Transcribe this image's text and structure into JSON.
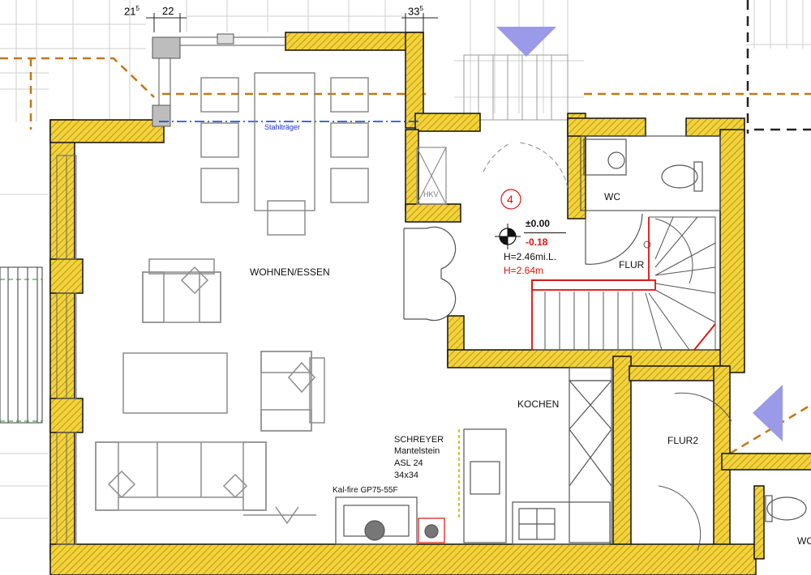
{
  "rooms": {
    "living": "WOHNEN/ESSEN",
    "kitchen": "KOCHEN",
    "wc": "WC",
    "hall": "FLUR",
    "hall2": "FLUR2",
    "wc_partial": "WC"
  },
  "beam_label": "Stahlträger",
  "hkv_label": "HKV",
  "room_number": "4",
  "level": {
    "finished": "±0.00",
    "raw": "-0.18",
    "height_avg": "H=2.46mi.L.",
    "height_clear": "H=2.64m"
  },
  "chimney": {
    "maker": "SCHREYER",
    "type": "Mantelstein",
    "model": "ASL 24",
    "size": "34x34"
  },
  "stove_label": "Kal-fire GP75-55F",
  "dimensions": {
    "d1": "21",
    "d1_sup": "5",
    "d2": "22",
    "d3": "33",
    "d3_sup": "5"
  },
  "colors": {
    "wall_fill": "#f3d23a",
    "wall_line": "#111111",
    "dashed_boundary": "#c07818",
    "furniture": "#8c8c8c",
    "red_text": "#e01010",
    "arrow": "#9a9ae8",
    "beam": "#1a2fd6"
  }
}
